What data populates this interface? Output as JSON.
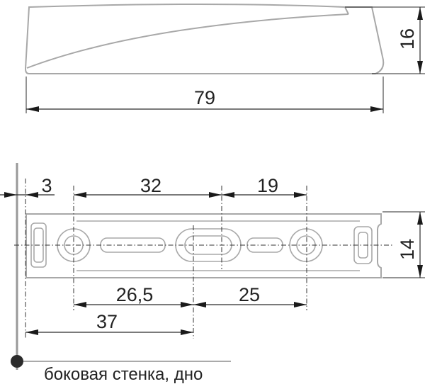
{
  "drawing": {
    "side_view": {
      "length_label": "79",
      "height_label": "16"
    },
    "top_view": {
      "dimensions": {
        "wall_offset": "3",
        "hole_spacing_1": "32",
        "hole_spacing_2": "19",
        "width": "14",
        "to_slot_center": "26,5",
        "slot_to_hole": "25",
        "wall_to_slot": "37"
      }
    },
    "caption": "боковая стенка, дно",
    "colors": {
      "part_outline": "#a8a8a8",
      "dimension_lines": "#2a2a2a",
      "wall_marker": "#2b2b2b"
    }
  }
}
